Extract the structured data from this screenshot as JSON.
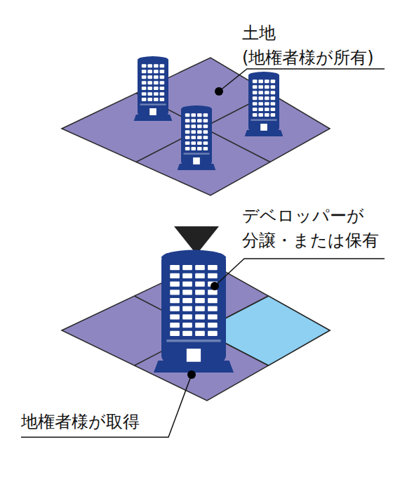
{
  "diagram": {
    "labels": [
      "土地 (地権者様が所有)",
      "デベロッパーが 分譲・または保有",
      "地権者様が取得"
    ]
  }
}
